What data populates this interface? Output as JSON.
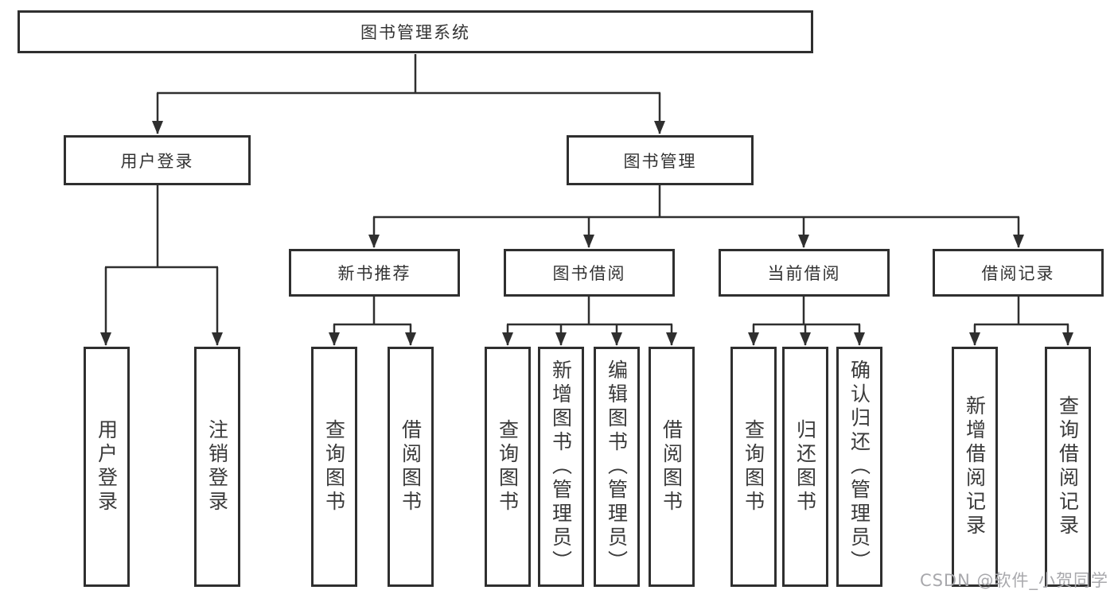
{
  "diagram": {
    "type": "hierarchy-tree",
    "root": {
      "label": "图书管理系统"
    },
    "level2": [
      {
        "label": "用户登录",
        "parent": "图书管理系统"
      },
      {
        "label": "图书管理",
        "parent": "图书管理系统"
      }
    ],
    "level3": [
      {
        "label": "新书推荐",
        "parent": "图书管理"
      },
      {
        "label": "图书借阅",
        "parent": "图书管理"
      },
      {
        "label": "当前借阅",
        "parent": "图书管理"
      },
      {
        "label": "借阅记录",
        "parent": "图书管理"
      }
    ],
    "leaves": [
      {
        "label": "用户登录",
        "parent": "用户登录"
      },
      {
        "label": "注销登录",
        "parent": "用户登录"
      },
      {
        "label": "查询图书",
        "parent": "新书推荐"
      },
      {
        "label": "借阅图书",
        "parent": "新书推荐"
      },
      {
        "label": "查询图书",
        "parent": "图书借阅"
      },
      {
        "label": "新增图书（管理员）",
        "parent": "图书借阅"
      },
      {
        "label": "编辑图书（管理员）",
        "parent": "图书借阅"
      },
      {
        "label": "借阅图书",
        "parent": "图书借阅"
      },
      {
        "label": "查询图书",
        "parent": "当前借阅"
      },
      {
        "label": "归还图书",
        "parent": "当前借阅"
      },
      {
        "label": "确认归还（管理员）",
        "parent": "当前借阅"
      },
      {
        "label": "新增借阅记录",
        "parent": "借阅记录"
      },
      {
        "label": "查询借阅记录",
        "parent": "借阅记录"
      }
    ]
  },
  "watermark": {
    "text": "CSDN @软件_小贺同学"
  },
  "colors": {
    "line": "#2f2f2f",
    "box_border": "#2f2f2f",
    "box_fill": "#ffffff",
    "text": "#333333",
    "watermark_text": "#a8a8ac",
    "background": "#ffffff"
  }
}
